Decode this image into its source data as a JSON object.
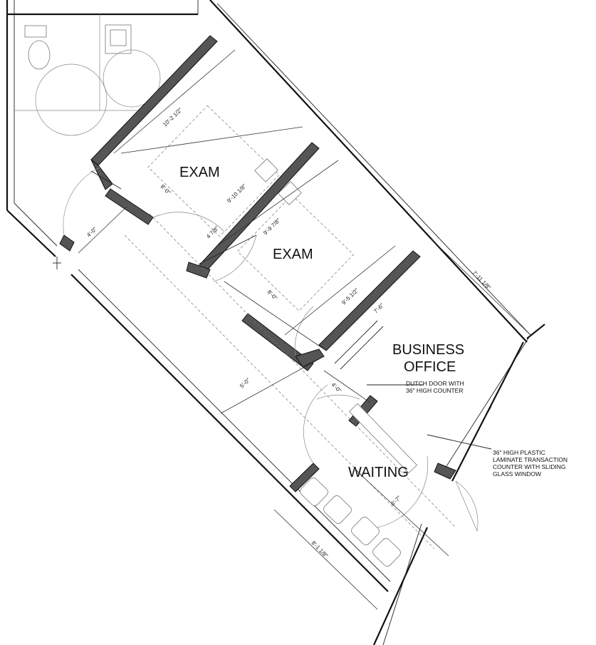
{
  "rooms": {
    "exam_upper": "EXAM",
    "exam_lower": "EXAM",
    "business_office_line1": "BUSINESS",
    "business_office_line2": "OFFICE",
    "waiting": "WAITING"
  },
  "notes": {
    "dutch_door_line1": "DUTCH DOOR WITH",
    "dutch_door_line2": "36\" HIGH COUNTER",
    "counter_line1": "36\" HIGH PLASTIC",
    "counter_line2": "LAMINATE TRANSACTION",
    "counter_line3": "COUNTER WITH SLIDING",
    "counter_line4": "GLASS WINDOW"
  },
  "dimensions": {
    "exam1_length": "10'-2 1/2\"",
    "exam1_width": "9'-10 1/8\"",
    "exam1_door": "8'-0\"",
    "corridor_width": "4'-0\"",
    "exam2_width": "9'-9 7/8\"",
    "exam2_wall": "4 7/8\"",
    "exam2_door": "8'-0\"",
    "exam2_length": "9'-5 1/2\"",
    "office_width": "7'-6\"",
    "office_outer": "7'-11 1/8\"",
    "waiting_corridor": "5'-0\"",
    "office_door": "4'-0\"",
    "waiting_depth": "6'-7\"",
    "waiting_width": "8'-1 1/8\""
  }
}
